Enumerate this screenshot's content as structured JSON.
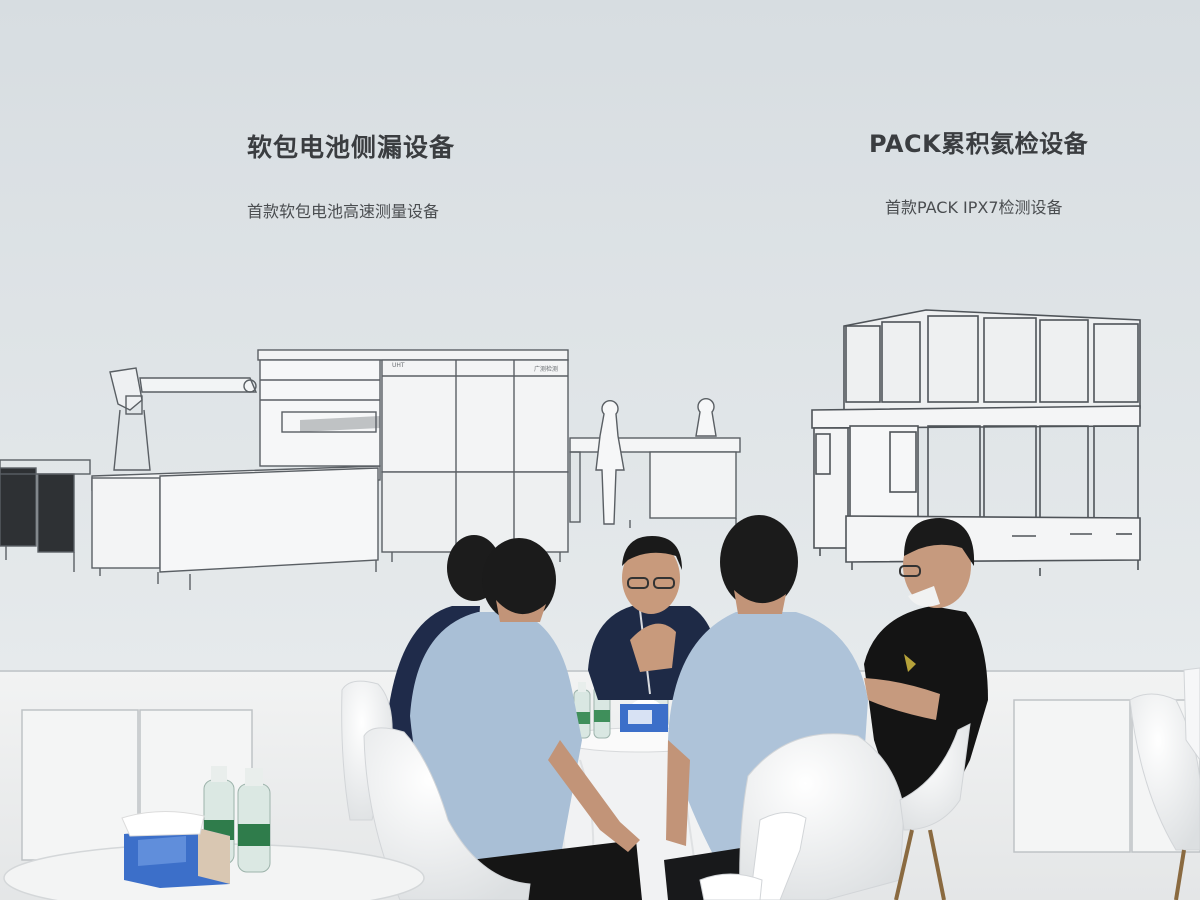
{
  "backdrop": {
    "left_panel": {
      "title": "软包电池侧漏设备",
      "subtitle": "首款软包电池高速测量设备",
      "machine_logo": "UHT",
      "machine_nameplate": "广测检测"
    },
    "right_panel": {
      "title": "PACK累积氦检设备",
      "subtitle": "首款PACK IPX7检测设备"
    }
  },
  "colors": {
    "wall": "#dfe4e7",
    "line_art": "#5a5f64",
    "cabinet": "#eef0f0",
    "shirt_blue": "#a9bfd6",
    "shirt_navy": "#1f2b4a",
    "shirt_black": "#141414",
    "chair_white": "#f4f5f6",
    "tissue_box": "#3c6fc9"
  }
}
